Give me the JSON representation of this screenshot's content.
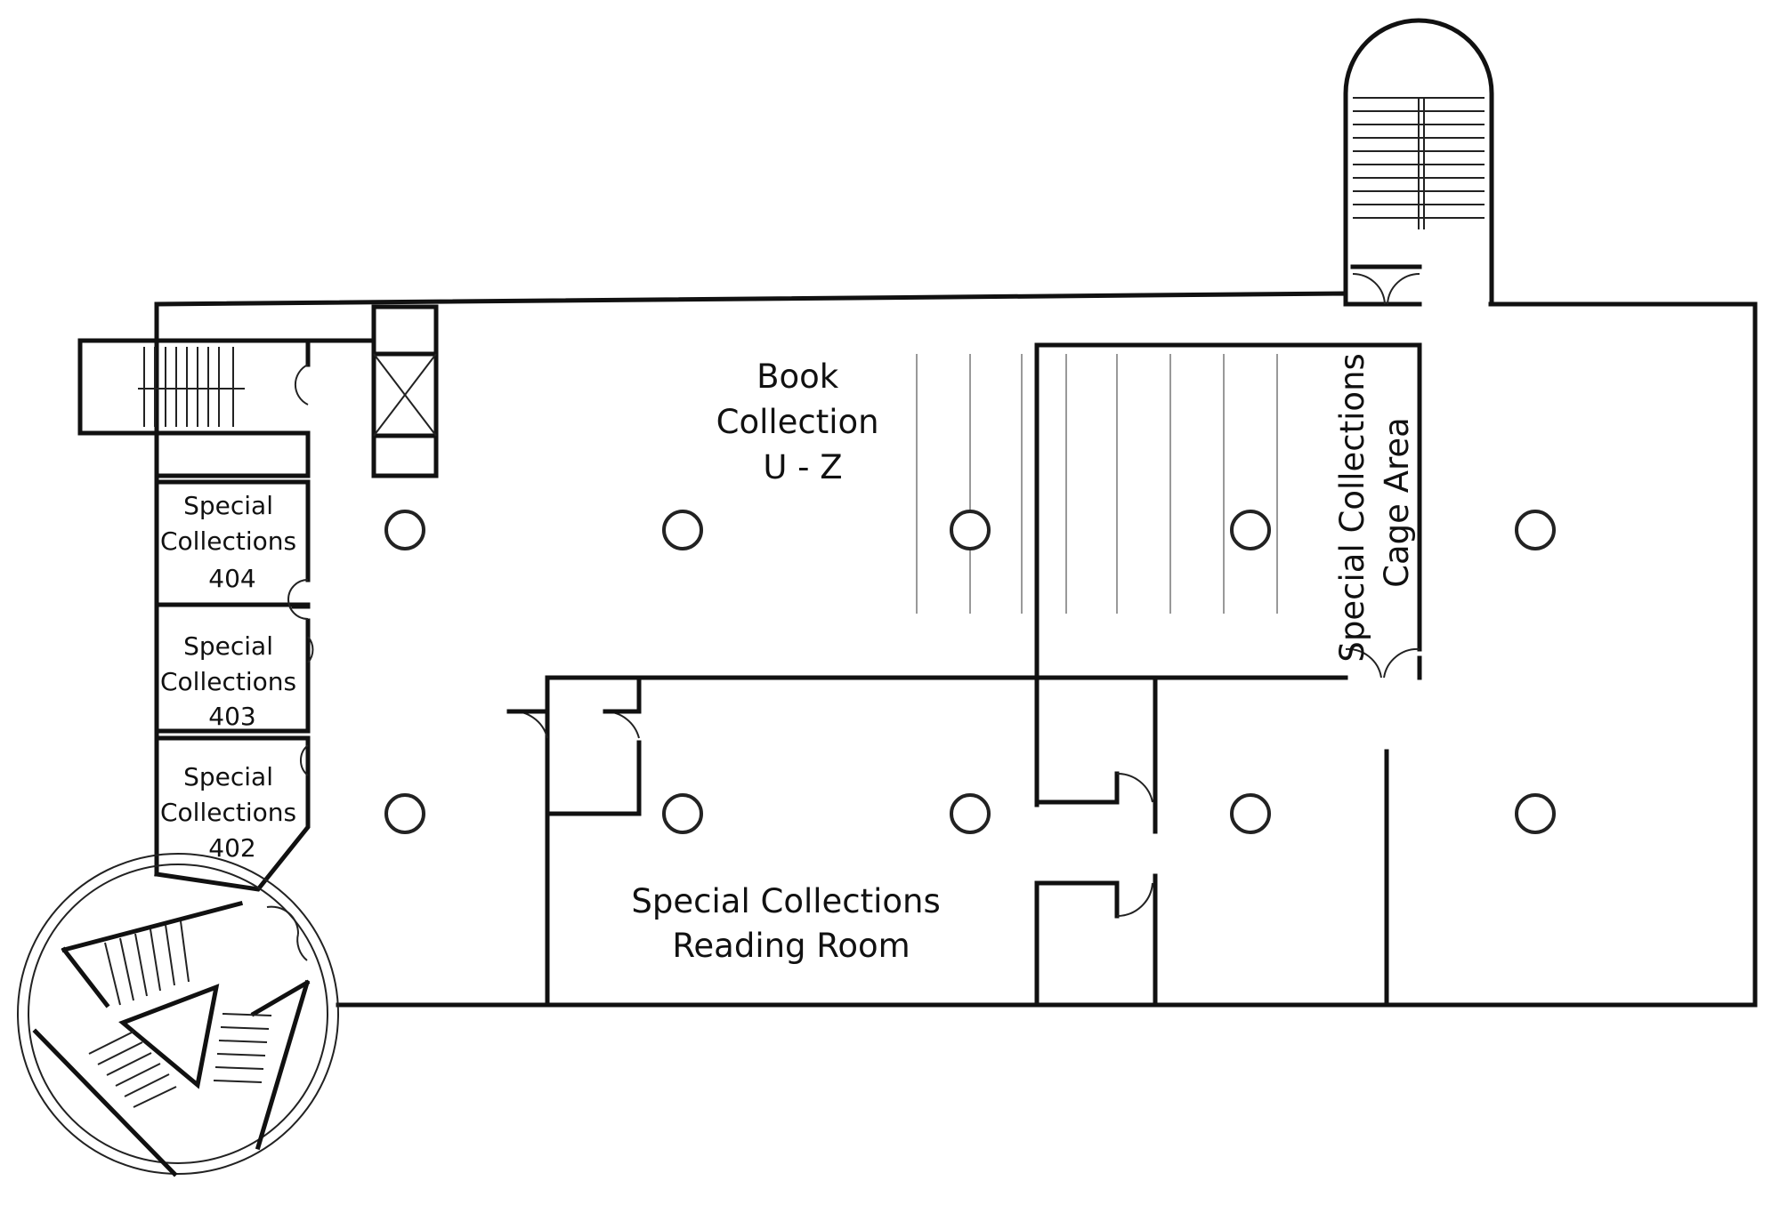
{
  "rooms": {
    "book_collection": {
      "lines": [
        "Book",
        "Collection",
        "U - Z"
      ]
    },
    "cage_area": {
      "lines": [
        "Special Collections",
        "Cage Area"
      ]
    },
    "room_404": {
      "lines": [
        "Special",
        "Collections",
        "404"
      ]
    },
    "room_403": {
      "lines": [
        "Special",
        "Collections",
        "403"
      ]
    },
    "room_402": {
      "lines": [
        "Special",
        "Collections",
        "402"
      ]
    },
    "reading_room": {
      "lines": [
        "Special Collections",
        "Reading Room"
      ]
    }
  },
  "colors": {
    "walls": "#111111",
    "shelving": "#999999",
    "background": "#ffffff"
  }
}
